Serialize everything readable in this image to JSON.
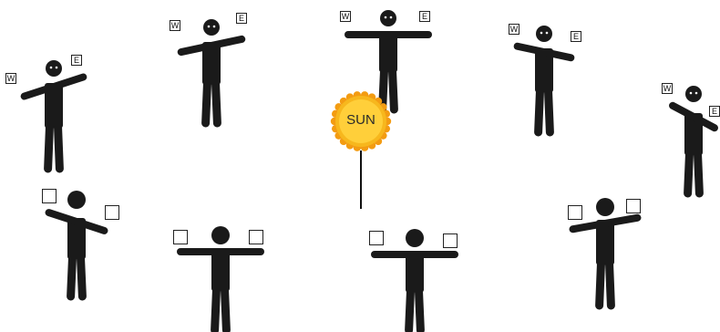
{
  "sun": {
    "label": "SUN",
    "color": "#f7b71d",
    "ray_color": "#f39c12",
    "icon": "sun-icon"
  },
  "colors": {
    "figure": "#1a1a1a",
    "box_border": "#222222",
    "background": "#ffffff"
  },
  "labels": {
    "west": "W",
    "east": "E"
  },
  "figures": [
    {
      "id": "figure-top-1",
      "has_face": true,
      "left_box": "W",
      "right_box": "E"
    },
    {
      "id": "figure-top-2",
      "has_face": true,
      "left_box": "W",
      "right_box": "E"
    },
    {
      "id": "figure-top-3",
      "has_face": true,
      "left_box": "W",
      "right_box": "E"
    },
    {
      "id": "figure-top-4",
      "has_face": true,
      "left_box": "W",
      "right_box": "E"
    },
    {
      "id": "figure-top-5",
      "has_face": true,
      "left_box": "W",
      "right_box": "E"
    },
    {
      "id": "figure-bottom-1",
      "has_face": false,
      "left_box": "",
      "right_box": ""
    },
    {
      "id": "figure-bottom-2",
      "has_face": false,
      "left_box": "",
      "right_box": ""
    },
    {
      "id": "figure-bottom-3",
      "has_face": false,
      "left_box": "",
      "right_box": ""
    },
    {
      "id": "figure-bottom-4",
      "has_face": false,
      "left_box": "",
      "right_box": ""
    }
  ]
}
